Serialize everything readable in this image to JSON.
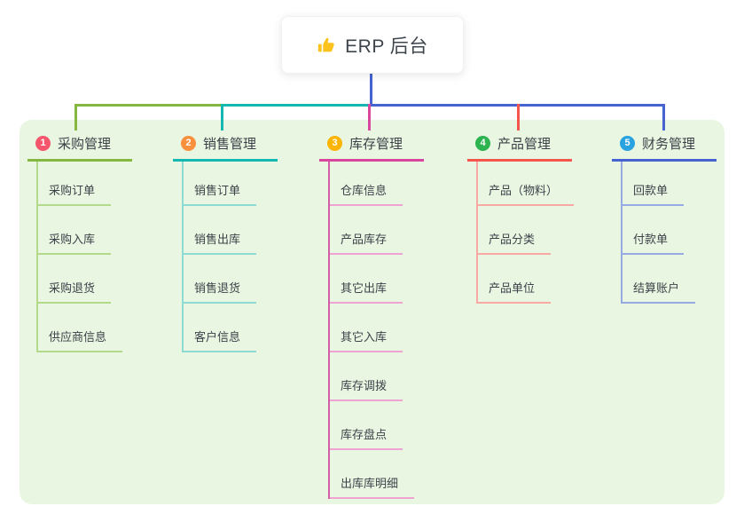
{
  "root_node": {
    "icon": "thumbs-up",
    "label": "ERP 后台"
  },
  "colors": {
    "page_bg": "#ffffff",
    "panel_bg": "#e9f6e2",
    "root_line": "#4763d2",
    "text": "#3d4249",
    "thumb": "#fcc21d"
  },
  "branches": [
    {
      "index": "1",
      "label": "采购管理",
      "badge_color": "#f5566d",
      "line_color": "#84b841",
      "sub_line_color": "#b3d98b",
      "trunk_color": "#b3d98b",
      "items": [
        "采购订单",
        "采购入库",
        "采购退货",
        "供应商信息"
      ]
    },
    {
      "index": "2",
      "label": "销售管理",
      "badge_color": "#f9903d",
      "line_color": "#14b8b0",
      "sub_line_color": "#8edbd4",
      "trunk_color": "#8edbd4",
      "items": [
        "销售订单",
        "销售出库",
        "销售退货",
        "客户信息"
      ]
    },
    {
      "index": "3",
      "label": "库存管理",
      "badge_color": "#fcb405",
      "line_color": "#d8479d",
      "sub_line_color": "#efa3d2",
      "trunk_color": "#d35da8",
      "items": [
        "仓库信息",
        "产品库存",
        "其它出库",
        "其它入库",
        "库存调拨",
        "库存盘点",
        "出库库明细"
      ]
    },
    {
      "index": "4",
      "label": "产品管理",
      "badge_color": "#2db350",
      "line_color": "#f4564e",
      "sub_line_color": "#f8a9a3",
      "trunk_color": "#f8a9a3",
      "items": [
        "产品（物料）",
        "产品分类",
        "产品单位"
      ]
    },
    {
      "index": "5",
      "label": "财务管理",
      "badge_color": "#2aa2df",
      "line_color": "#4763d2",
      "sub_line_color": "#98aae4",
      "trunk_color": "#98aae4",
      "items": [
        "回款单",
        "付款单",
        "结算账户"
      ]
    }
  ]
}
